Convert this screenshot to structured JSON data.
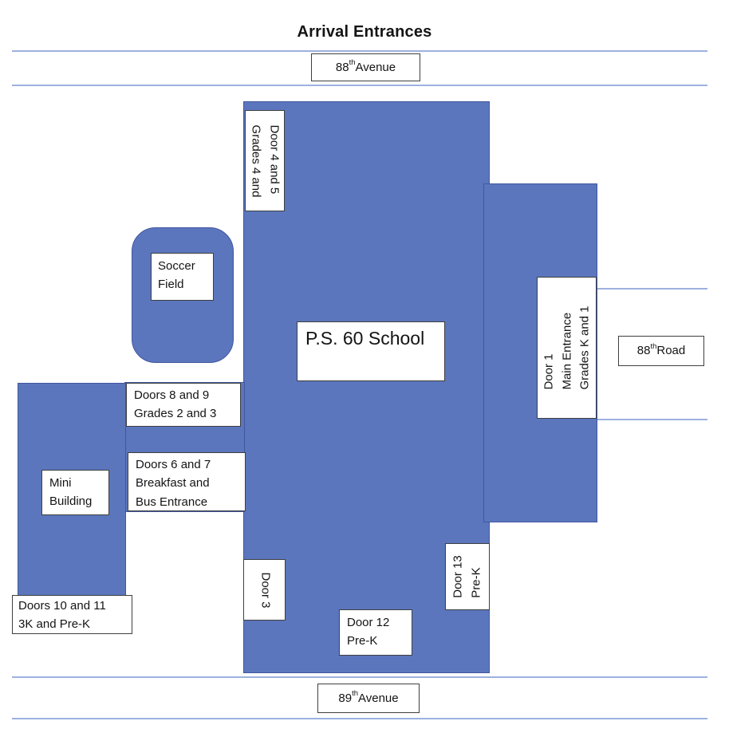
{
  "title": "Arrival Entrances",
  "colors": {
    "building_fill": "#5b76bd",
    "building_border": "#41579f",
    "road_line": "#9db1df",
    "box_border": "#3f3f3f"
  },
  "streets": {
    "avenue_88": {
      "num": "88",
      "sup": "th",
      "name": " Avenue"
    },
    "road_88": {
      "num": "88",
      "sup": "th",
      "name": " Road"
    },
    "avenue_89": {
      "num": "89",
      "sup": "th",
      "name": " Avenue"
    }
  },
  "buildings": {
    "school": "P.S. 60 School",
    "soccer": {
      "line1": "Soccer",
      "line2": "Field"
    },
    "mini": {
      "line1": "Mini",
      "line2": "Building"
    }
  },
  "doors": {
    "door_4_5": {
      "line1": "Door 4 and 5",
      "line2": "Grades 4 and"
    },
    "door_1": {
      "line1": "Door 1",
      "line2": "Main Entrance",
      "line3": "Grades K and 1"
    },
    "doors_8_9": {
      "line1": "Doors 8 and 9",
      "line2": "Grades 2 and 3"
    },
    "doors_6_7": {
      "line1": "Doors 6 and 7",
      "line2": "Breakfast and",
      "line3": "Bus Entrance"
    },
    "doors_10_11": {
      "line1": "Doors 10 and 11",
      "line2": "3K and Pre-K"
    },
    "door_3": {
      "line1": "Door 3"
    },
    "door_12": {
      "line1": "Door 12",
      "line2": "Pre-K"
    },
    "door_13": {
      "line1": "Door 13",
      "line2": "Pre-K"
    }
  }
}
